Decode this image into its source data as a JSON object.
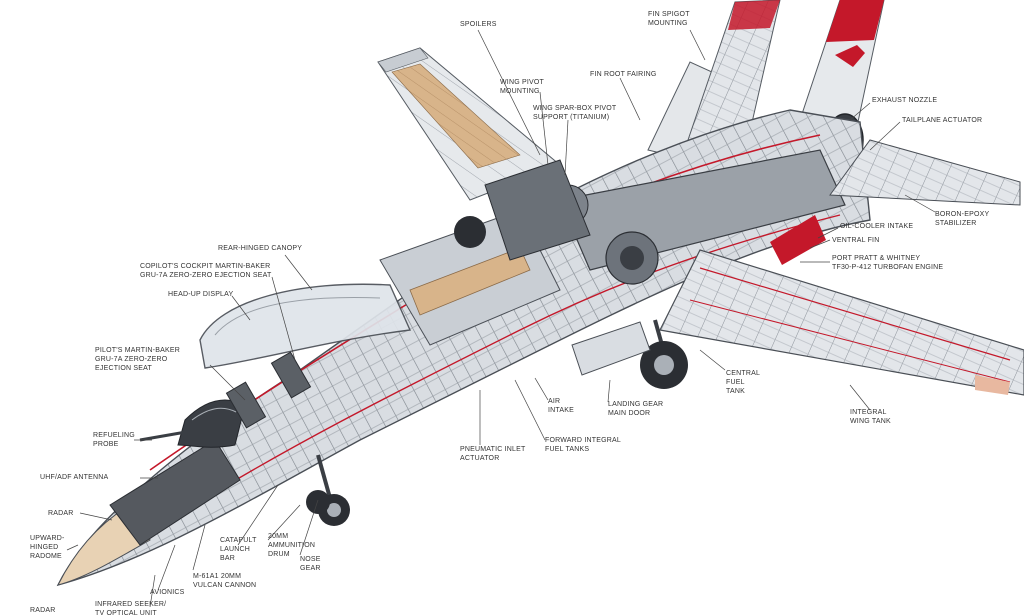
{
  "colors": {
    "fuselage": "#d9dde2",
    "structure": "#7d838b",
    "dark": "#3a3e44",
    "accent": "#c4182a",
    "tan": "#d8b48a",
    "canopy": "#dfe4ea",
    "leader": "#444444",
    "text": "#333333"
  },
  "labels": {
    "spoilers": "SPOILERS",
    "fin_spigot": "FIN SPIGOT\nMOUNTING",
    "wing_pivot": "WING PIVOT\nMOUNTING",
    "fin_root": "FIN ROOT FAIRING",
    "spar_box": "WING SPAR-BOX PIVOT\nSUPPORT (TITANIUM)",
    "exhaust": "EXHAUST NOZZLE",
    "tailplane": "TAILPLANE ACTUATOR",
    "boron": "BORON-EPOXY\nSTABILIZER",
    "oil_cooler": "OIL-COOLER INTAKE",
    "ventral": "VENTRAL FIN",
    "engine": "PORT PRATT & WHITNEY\nTF30-P-412 TURBOFAN ENGINE",
    "canopy": "REAR-HINGED CANOPY",
    "copilot": "COPILOT'S COCKPIT MARTIN-BAKER\nGRU-7A ZERO-ZERO EJECTION SEAT",
    "hud": "HEAD-UP DISPLAY",
    "pilot": "PILOT'S MARTIN-BAKER\nGRU-7A ZERO-ZERO\nEJECTION SEAT",
    "probe": "REFUELING\nPROBE",
    "uhf": "UHF/ADF ANTENNA",
    "radar": "RADAR",
    "radome": "UPWARD-\nHINGED\nRADOME",
    "central_tank": "CENTRAL\nFUEL\nTANK",
    "integral_wing": "INTEGRAL\nWING TANK",
    "air_intake": "AIR\nINTAKE",
    "gear_door": "LANDING GEAR\nMAIN DOOR",
    "fwd_tanks": "FORWARD INTEGRAL\nFUEL TANKS",
    "pneumatic": "PNEUMATIC INLET\nACTUATOR",
    "ammo": "20MM\nAMMUNITION\nDRUM",
    "catapult": "CATAPULT\nLAUNCH\nBAR",
    "nose_gear": "NOSE\nGEAR",
    "vulcan": "M-61A1 20MM\nVULCAN CANNON",
    "avionics": "AVIONICS",
    "ir_seeker": "INFRARED SEEKER/\nTV OPTICAL UNIT",
    "radar_dish": "RADAR"
  }
}
